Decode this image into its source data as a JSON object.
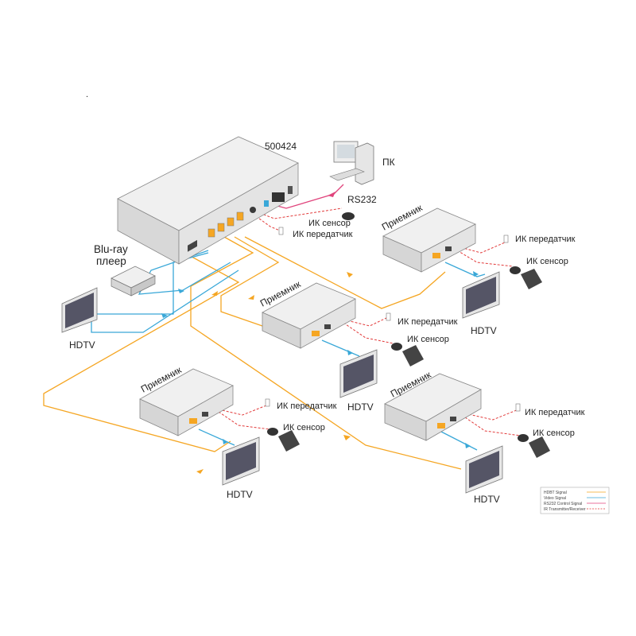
{
  "diagram": {
    "model": "500424",
    "dot": ".",
    "pc_label": "ПК",
    "rs232_label": "RS232",
    "bluray_line1": "Blu-ray",
    "bluray_line2": "плеер",
    "hdtv": "HDTV",
    "receiver": "Приемник",
    "ir_sensor": "ИК сенсор",
    "ir_transmitter": "ИК передатчик",
    "legend": {
      "items": [
        {
          "label": "HDBT Signal",
          "color": "#f5a623"
        },
        {
          "label": "Video Signal",
          "color": "#3aa8d8"
        },
        {
          "label": "RS232 Control Signal",
          "color": "#e0447c"
        },
        {
          "label": "IR Transmitter/Receiver",
          "color": "#e23a3a"
        }
      ]
    },
    "colors": {
      "hdbt": "#f5a623",
      "video": "#3aa8d8",
      "rs232": "#e0447c",
      "ir": "#e23a3a",
      "device": "#e8e8e8",
      "device_dark": "#cfcfcf"
    }
  }
}
